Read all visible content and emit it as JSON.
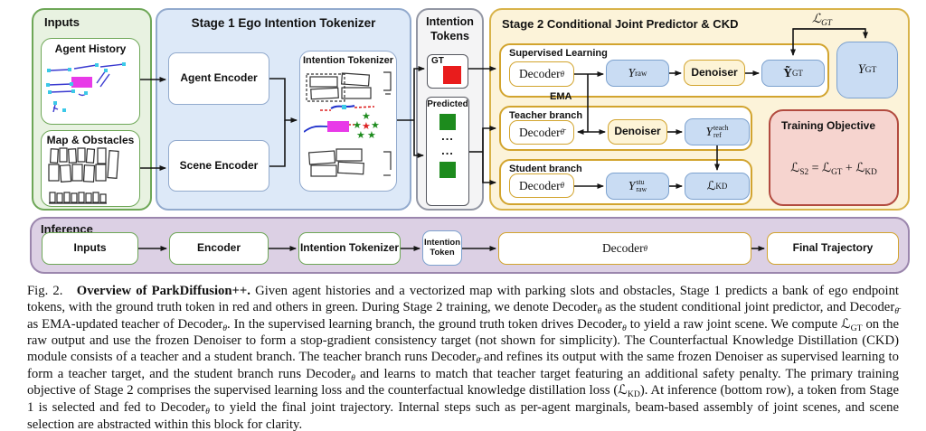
{
  "panels": {
    "inputs": {
      "title": "Inputs",
      "agent_history": "Agent History",
      "map_obstacles": "Map & Obstacles"
    },
    "stage1": {
      "title": "Stage 1 Ego Intention Tokenizer",
      "agent_encoder": "Agent Encoder",
      "scene_encoder": "Scene Encoder",
      "tokenizer": "Intention Tokenizer"
    },
    "tokens": {
      "title": "Intention Tokens",
      "gt": "GT",
      "predicted": "Predicted",
      "ellipsis": "..."
    },
    "stage2": {
      "title": "Stage 2 Conditional Joint Predictor & CKD",
      "supervised_label": "Supervised Learning",
      "teacher_label": "Teacher branch",
      "student_label": "Student branch",
      "denoiser": "Denoiser",
      "ema": "EMA",
      "objective_title": "Training Objective"
    },
    "inference": {
      "title": "Inference",
      "inputs": "Inputs",
      "encoder": "Encoder",
      "tokenizer": "Intention Tokenizer",
      "token_line1": "Intention",
      "token_line2": "Token",
      "final": "Final Trajectory"
    }
  },
  "math": {
    "decoder_theta": [
      {
        "t": "Decoder"
      },
      {
        "t": "θ",
        "s": "subi"
      }
    ],
    "decoder_theta_bar": [
      {
        "t": "Decoder"
      },
      {
        "t": "θ̄",
        "s": "subi"
      }
    ],
    "y_raw": [
      {
        "t": "Y",
        "s": "i"
      },
      {
        "t": "raw",
        "s": "sub"
      }
    ],
    "y_tilde_gt": [
      {
        "t": "Ỹ",
        "s": "b"
      },
      {
        "t": "GT",
        "s": "sub"
      }
    ],
    "y_gt": [
      {
        "t": "Y",
        "s": "i"
      },
      {
        "t": "GT",
        "s": "sub"
      }
    ],
    "y_ref_teach": [
      {
        "t": "Y",
        "s": "i"
      },
      {
        "sup": "teach",
        "sub": "ref",
        "s": "stack"
      }
    ],
    "y_raw_stu": [
      {
        "t": "Y",
        "s": "i"
      },
      {
        "sup": "stu",
        "sub": "raw",
        "s": "stack"
      }
    ],
    "l_gt": [
      {
        "t": "ℒ",
        "s": "i"
      },
      {
        "t": "GT",
        "s": "sub"
      }
    ],
    "l_kd": [
      {
        "t": "ℒ"
      },
      {
        "t": "KD",
        "s": "sub"
      }
    ],
    "objective_formula": [
      {
        "t": "ℒ"
      },
      {
        "t": "S2",
        "s": "sub"
      },
      {
        "t": " = "
      },
      {
        "t": "ℒ"
      },
      {
        "t": "GT",
        "s": "sub"
      },
      {
        "t": " + "
      },
      {
        "t": "ℒ"
      },
      {
        "t": "KD",
        "s": "sub"
      }
    ]
  },
  "caption": {
    "segments": [
      {
        "t": "Fig. 2.   ",
        "s": "n"
      },
      {
        "t": "Overview of ParkDiffusion++.",
        "s": "b"
      },
      {
        "t": " Given agent histories and a vectorized map with parking slots and obstacles, Stage 1 predicts a bank of ego endpoint tokens, with the ground truth token in red and others in green. During Stage 2 training, we denote Decoder",
        "s": "n"
      },
      {
        "t": "θ",
        "s": "subi"
      },
      {
        "t": " as the student conditional joint predictor, and Decoder",
        "s": "n"
      },
      {
        "t": "θ̄",
        "s": "subi"
      },
      {
        "t": " as EMA-updated teacher of Decoder",
        "s": "n"
      },
      {
        "t": "θ",
        "s": "subi"
      },
      {
        "t": ". In the supervised learning branch, the ground truth token drives Decoder",
        "s": "n"
      },
      {
        "t": "θ",
        "s": "subi"
      },
      {
        "t": " to yield a raw joint scene. We compute ",
        "s": "n"
      },
      {
        "t": "ℒ",
        "s": "n"
      },
      {
        "t": "GT",
        "s": "sub"
      },
      {
        "t": " on the raw output and use the frozen Denoiser to form a stop-gradient consistency target (not shown for simplicity). The Counterfactual Knowledge Distillation (CKD) module consists of a teacher and a student branch. The teacher branch runs Decoder",
        "s": "n"
      },
      {
        "t": "θ̄",
        "s": "subi"
      },
      {
        "t": " and refines its output with the same frozen Denoiser as supervised learning to form a teacher target, and the student branch runs Decoder",
        "s": "n"
      },
      {
        "t": "θ",
        "s": "subi"
      },
      {
        "t": " and learns to match that teacher target featuring an additional safety penalty. The primary training objective of Stage 2 comprises the supervised learning loss and the counterfactual knowledge distillation loss (",
        "s": "n"
      },
      {
        "t": "ℒ",
        "s": "n"
      },
      {
        "t": "KD",
        "s": "sub"
      },
      {
        "t": "). At inference (bottom row), a token from Stage 1 is selected and fed to Decoder",
        "s": "n"
      },
      {
        "t": "θ",
        "s": "subi"
      },
      {
        "t": " to yield the final joint trajectory. Internal steps such as per-agent marginals, beam-based assembly of joint scenes, and scene selection are abstracted within this block for clarity.",
        "s": "n"
      }
    ]
  },
  "colors": {
    "green-fill": "#e8f2e1",
    "green-border": "#6ea757",
    "blue-fill": "#dde9f8",
    "blue-border": "#92aacd",
    "gray-fill": "#f4f4f5",
    "gray-border": "#9296a3",
    "token-border": "#55575f",
    "yellow-fill": "#fcf3d9",
    "yellow-border": "#d8b34a",
    "gold-border": "#d2a42e",
    "cream-fill": "#fdf4d7",
    "bluebox-fill": "#c9dcf3",
    "bluebox-border": "#7da2cf",
    "pink-fill": "#f6d4cf",
    "pink-border": "#b24a3f",
    "purple-fill": "#dcd0e4",
    "purple-border": "#9b86ad",
    "red-token": "#e91c1c",
    "green-token": "#1d8b1d",
    "magenta": "#e83ae8",
    "cyan": "#3cc9e8",
    "traj-blue": "#3a3ad0",
    "arrow": "#151515"
  }
}
